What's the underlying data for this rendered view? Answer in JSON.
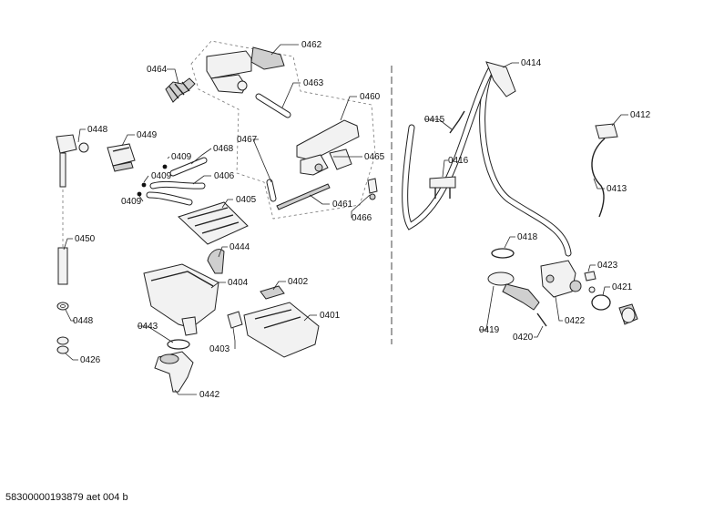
{
  "document_id": "58300000193879 aet 004 b",
  "callouts": {
    "p0462": "0462",
    "p0464": "0464",
    "p0463": "0463",
    "p0460": "0460",
    "p0448a": "0448",
    "p0449": "0449",
    "p0409a": "0409",
    "p0468": "0468",
    "p0467": "0467",
    "p0409b": "0409",
    "p0406": "0406",
    "p0409c": "0409",
    "p0405": "0405",
    "p0465": "0465",
    "p0461": "0461",
    "p0466": "0466",
    "p0450": "0450",
    "p0444": "0444",
    "p0404": "0404",
    "p0402": "0402",
    "p0401": "0401",
    "p0448b": "0448",
    "p0443": "0443",
    "p0403": "0403",
    "p0426": "0426",
    "p0442": "0442",
    "p0414": "0414",
    "p0415": "0415",
    "p0416": "0416",
    "p0412": "0412",
    "p0413": "0413",
    "p0418": "0418",
    "p0423": "0423",
    "p0421": "0421",
    "p0419": "0419",
    "p0420": "0420",
    "p0422": "0422"
  }
}
